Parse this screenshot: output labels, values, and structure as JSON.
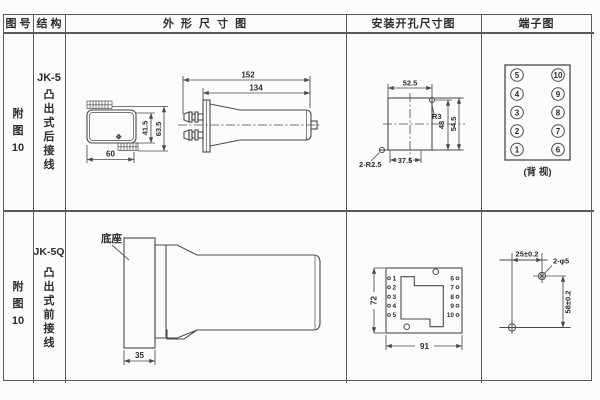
{
  "table": {
    "header": {
      "figure_no": "图 号",
      "structure": "结 构",
      "outline": "外 形 尺 寸 图",
      "mounting": "安装开孔尺寸图",
      "terminal": "端子图"
    }
  },
  "row1": {
    "figure_no": "附\n图\n10",
    "model": "JK-5",
    "structure": "凸\n出\n式\n后\n接\n线",
    "outline_dims": {
      "total_length": "152",
      "body_length": "134",
      "inner_height": "41.5",
      "outer_height": "63.5",
      "front_width": "60"
    },
    "mounting_dims": {
      "top_width": "52.5",
      "corner_radius": "R3",
      "inner_height": "48",
      "outer_height": "54.5",
      "hole_note": "2-R2.5",
      "bottom_width": "37.5"
    },
    "terminal": {
      "left": [
        "5",
        "4",
        "3",
        "2",
        "1"
      ],
      "right": [
        "10",
        "9",
        "8",
        "7",
        "6"
      ],
      "view_note": "(背 视)"
    }
  },
  "row2": {
    "figure_no": "附\n图\n10",
    "model": "JK-5Q",
    "structure": "凸\n出\n式\n前\n接\n线",
    "outline_dims": {
      "base_label": "底座",
      "base_width": "35"
    },
    "mounting_dims": {
      "height": "72",
      "width": "91",
      "left_terminals": [
        "1",
        "2",
        "3",
        "4",
        "5"
      ],
      "right_terminals": [
        "6",
        "7",
        "8",
        "9",
        "10"
      ]
    },
    "drill_dims": {
      "h_spacing": "25±0.2",
      "hole_note": "2-φ5",
      "v_spacing": "58±0.2"
    }
  },
  "colors": {
    "line": "#4a4a4a",
    "text": "#2b2b2b",
    "border": "#5a5a5a",
    "background": "#fcfcfc"
  }
}
